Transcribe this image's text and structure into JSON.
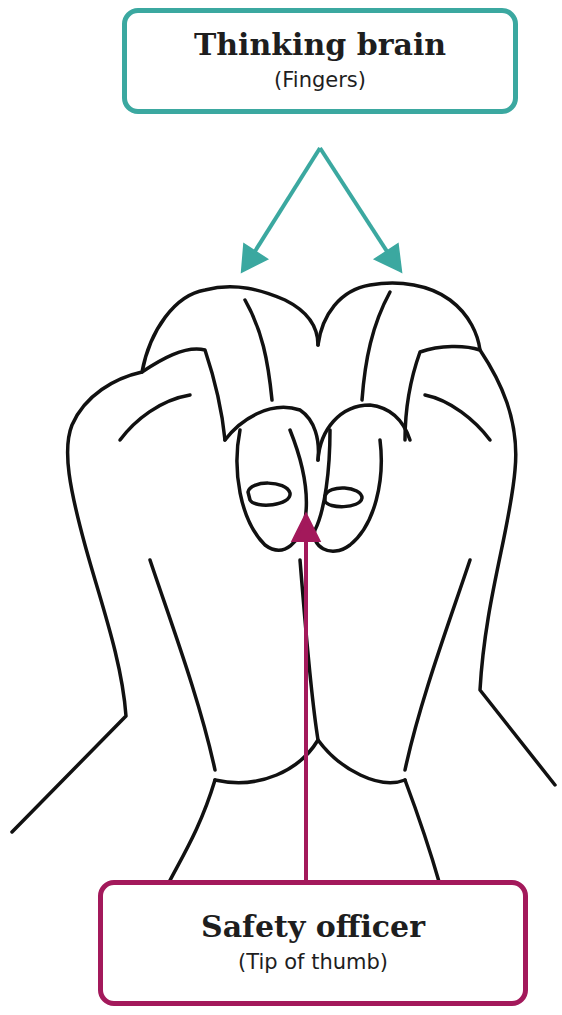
{
  "diagram": {
    "nodes": [
      {
        "text": [
          "Thinking brain",
          "(Fingers)"
        ]
      },
      {
        "text": [
          "Safety officer",
          "(Tip of thumb)"
        ]
      }
    ]
  }
}
